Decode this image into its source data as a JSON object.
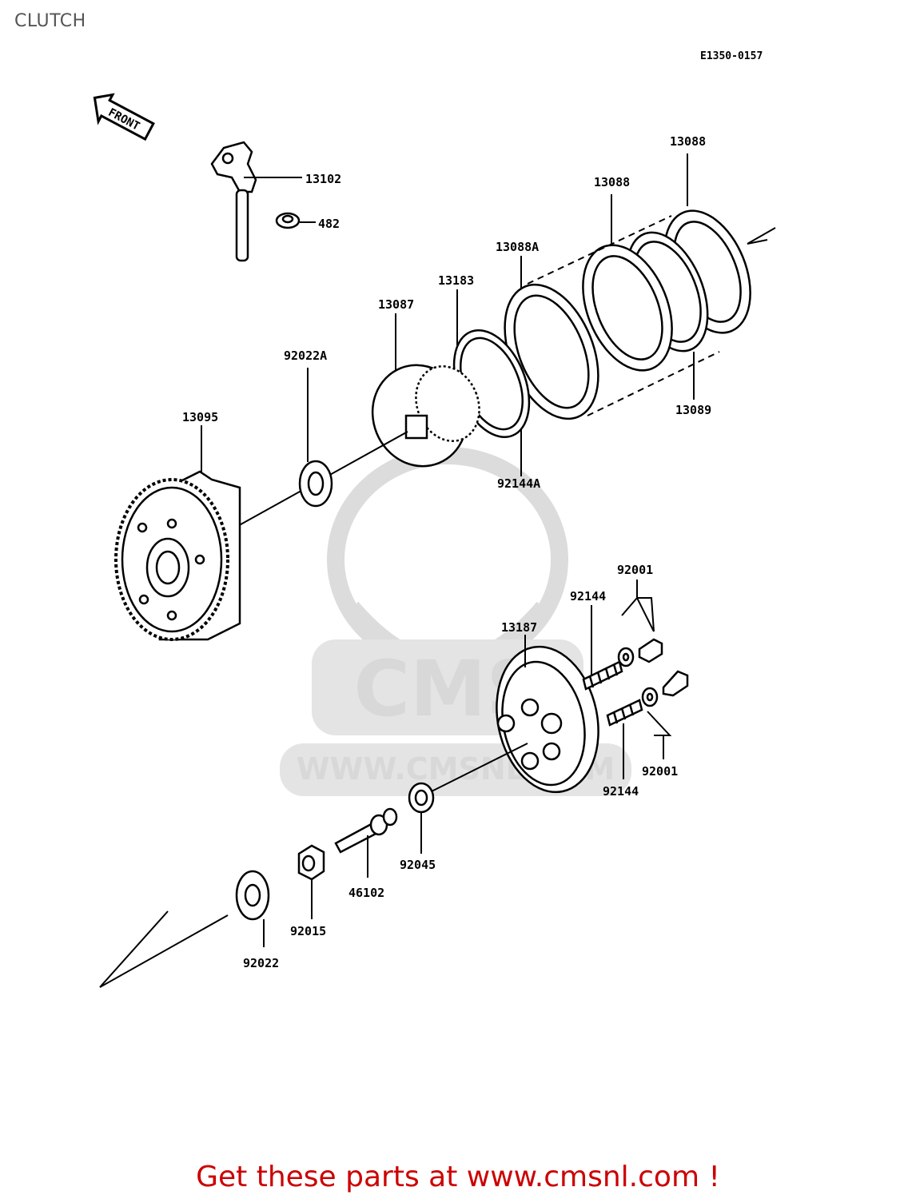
{
  "page": {
    "title": "CLUTCH"
  },
  "diagram": {
    "ref_code": "E1350-0157",
    "front_label": "FRONT",
    "watermark_text": "WWW.CMSNL.COM",
    "watermark_logo_text": "CMS",
    "parts": [
      {
        "id": "13102",
        "label": "13102"
      },
      {
        "id": "482",
        "label": "482"
      },
      {
        "id": "13088-top",
        "label": "13088"
      },
      {
        "id": "13088-mid",
        "label": "13088"
      },
      {
        "id": "13088A",
        "label": "13088A"
      },
      {
        "id": "13183",
        "label": "13183"
      },
      {
        "id": "13087",
        "label": "13087"
      },
      {
        "id": "92022A",
        "label": "92022A"
      },
      {
        "id": "13095",
        "label": "13095"
      },
      {
        "id": "92144A",
        "label": "92144A"
      },
      {
        "id": "13089",
        "label": "13089"
      },
      {
        "id": "92001-top",
        "label": "92001"
      },
      {
        "id": "92144-top",
        "label": "92144"
      },
      {
        "id": "13187",
        "label": "13187"
      },
      {
        "id": "92001-bot",
        "label": "92001"
      },
      {
        "id": "92144-bot",
        "label": "92144"
      },
      {
        "id": "92045",
        "label": "92045"
      },
      {
        "id": "46102",
        "label": "46102"
      },
      {
        "id": "92015",
        "label": "92015"
      },
      {
        "id": "92022",
        "label": "92022"
      }
    ]
  },
  "footer": {
    "text": "Get these parts at www.cmsnl.com !"
  },
  "colors": {
    "footer": "#cc0000",
    "line": "#000000",
    "watermark": "#d8d8d8"
  }
}
